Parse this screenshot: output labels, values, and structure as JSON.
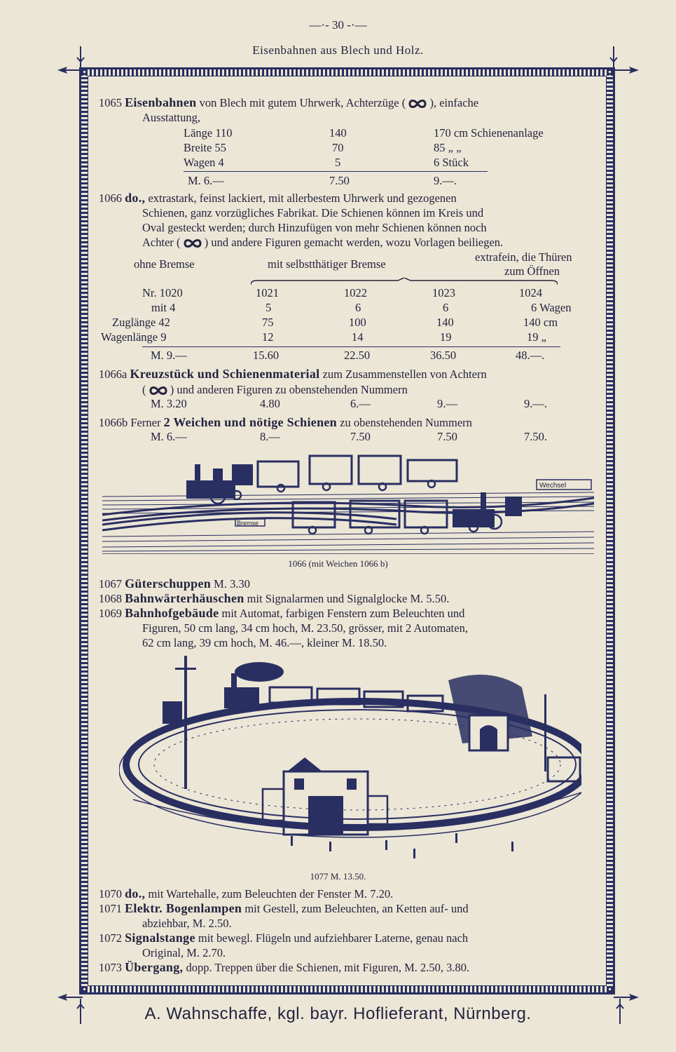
{
  "page_number": "30",
  "running_head": "Eisenbahnen aus Blech und Holz.",
  "entry_1065": {
    "num": "1065",
    "title": "Eisenbahnen",
    "text_a": "von Blech mit gutem Uhrwerk, Achterzüge (",
    "text_b": "), einfache",
    "text_c": "Ausstattung,",
    "rows": [
      {
        "label": "Länge 110",
        "c2": "140",
        "c3": "170 cm Schienenanlage"
      },
      {
        "label": "Breite 55",
        "c2": "70",
        "c3": "85 „          „"
      },
      {
        "label": "Wagen 4",
        "c2": "5",
        "c3": "6 Stück"
      }
    ],
    "prices": [
      "M. 6.—",
      "7.50",
      "9.—."
    ]
  },
  "entry_1066": {
    "num": "1066",
    "title": "do.,",
    "line1": "extrastark, feinst lackiert, mit allerbestem Uhrwerk und gezogenen",
    "line2": "Schienen, ganz vorzügliches Fabrikat. Die Schienen können im Kreis und",
    "line3": "Oval gesteckt werden; durch Hinzufügen von mehr Schienen können noch",
    "line4a": "Achter (",
    "line4b": ") und andere Figuren gemacht werden, wozu Vorlagen beiliegen.",
    "head_ohne": "ohne Bremse",
    "head_mit": "mit selbstthätiger Bremse",
    "head_extra1": "extrafein, die Thüren",
    "head_extra2": "zum Öffnen",
    "rows": [
      [
        "Nr. 1020",
        "1021",
        "1022",
        "1023",
        "1024"
      ],
      [
        "mit 4",
        "5",
        "6",
        "6",
        "6 Wagen"
      ],
      [
        "Zuglänge 42",
        "75",
        "100",
        "140",
        "140 cm"
      ],
      [
        "Wagenlänge 9",
        "12",
        "14",
        "19",
        "19  „"
      ]
    ],
    "prices": [
      "M. 9.—",
      "15.60",
      "22.50",
      "36.50",
      "48.—."
    ]
  },
  "entry_1066a": {
    "num": "1066a",
    "title": "Kreuzstück und Schienenmaterial",
    "text": "zum Zusammenstellen von Achtern",
    "line2a": "(",
    "line2b": ") und anderen Figuren zu obenstehenden Nummern",
    "prices": [
      "M. 3.20",
      "4.80",
      "6.—",
      "9.—",
      "9.—."
    ]
  },
  "entry_1066b": {
    "num": "1066b",
    "pre": "Ferner",
    "title": "2 Weichen und nötige Schienen",
    "text": "zu obenstehenden Nummern",
    "prices": [
      "M. 6.—",
      "8.—",
      "7.50",
      "7.50",
      "7.50."
    ]
  },
  "illustration_1": {
    "label_wechsel": "Wechsel",
    "label_bremse": "Bremse",
    "caption": "1066 (mit Weichen 1066 b)"
  },
  "entry_1067": {
    "num": "1067",
    "title": "Güterschuppen",
    "text": "M. 3.30"
  },
  "entry_1068": {
    "num": "1068",
    "title": "Bahnwärterhäuschen",
    "text": "mit Signalarmen und Signalglocke M. 5.50."
  },
  "entry_1069": {
    "num": "1069",
    "title": "Bahnhofgebäude",
    "line1": "mit Automat, farbigen Fenstern zum Beleuchten und",
    "line2": "Figuren, 50 cm lang, 34 cm hoch, M. 23.50, grösser, mit 2 Automaten,",
    "line3": "62 cm lang, 39 cm hoch, M. 46.—, kleiner M. 18.50."
  },
  "illustration_2": {
    "caption": "1077  M. 13.50."
  },
  "entry_1070": {
    "num": "1070",
    "title": "do.,",
    "text": "mit Wartehalle, zum Beleuchten der Fenster M. 7.20."
  },
  "entry_1071": {
    "num": "1071",
    "title": "Elektr. Bogenlampen",
    "line1": "mit Gestell, zum Beleuchten, an Ketten auf- und",
    "line2": "abziehbar, M. 2.50."
  },
  "entry_1072": {
    "num": "1072",
    "title": "Signalstange",
    "line1": "mit bewegl. Flügeln und aufziehbarer Laterne, genau nach",
    "line2": "Original, M. 2.70."
  },
  "entry_1073": {
    "num": "1073",
    "title": "Übergang,",
    "text": "dopp. Treppen über die Schienen, mit Figuren, M. 2.50, 3.80."
  },
  "footer": "A. Wahnschaffe, kgl. bayr. Hoflieferant, Nürnberg."
}
